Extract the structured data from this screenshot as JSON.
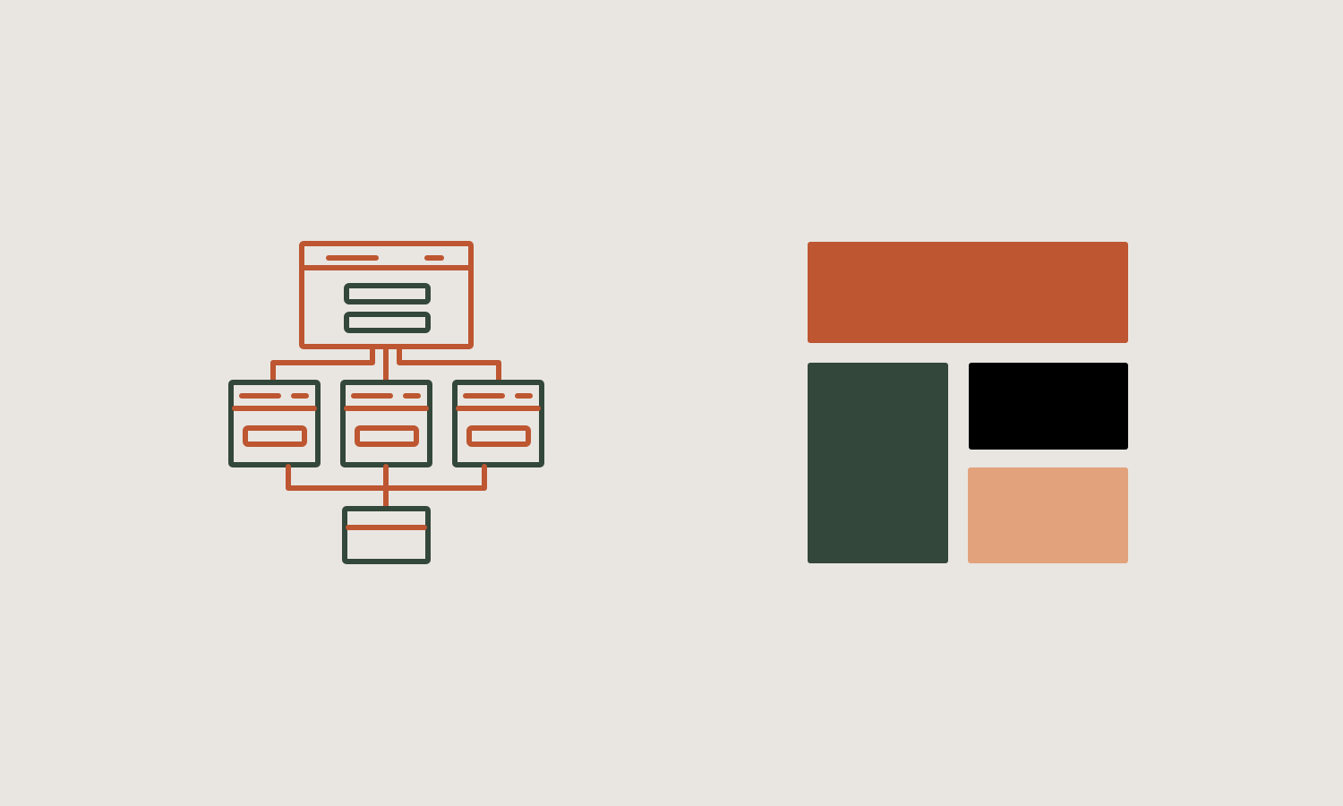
{
  "colors": {
    "background": "#E9E6E1",
    "accent": "#BD5631",
    "dark": "#33473A",
    "black": "#000000",
    "light_accent": "#E2A27C"
  },
  "diagram": {
    "type": "sitemap-wireframe",
    "nodes": [
      "home-page",
      "child-page-1",
      "child-page-2",
      "child-page-3",
      "footer-page"
    ],
    "icon_name": "sitemap-icon"
  },
  "layout_grid": {
    "icon_name": "layout-grid-icon",
    "tiles": [
      {
        "name": "header-block",
        "color_key": "accent"
      },
      {
        "name": "sidebar-block",
        "color_key": "dark"
      },
      {
        "name": "content-block",
        "color_key": "black"
      },
      {
        "name": "secondary-content-block",
        "color_key": "light_accent"
      }
    ]
  }
}
